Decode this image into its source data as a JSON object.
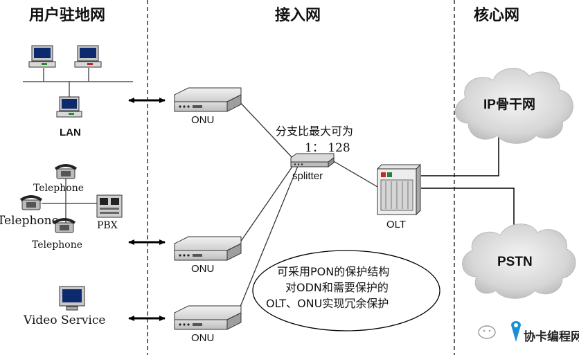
{
  "headers": {
    "user_network": "用户驻地网",
    "access_network": "接入网",
    "core_network": "核心网"
  },
  "devices": {
    "lan_label": "LAN",
    "telephone_1": "Telephone",
    "telephone_2": "Telephone",
    "telephone_3": "Telephone",
    "pbx": "PBX",
    "video_service": "Video Service",
    "onu_1": "ONU",
    "onu_2": "ONU",
    "onu_3": "ONU",
    "splitter": "splitter",
    "olt": "OLT"
  },
  "split_ratio": {
    "line1": "分支比最大可为",
    "line2": "1： 128"
  },
  "protection_note": {
    "line1": "可采用PON的保护结构",
    "line2": "对ODN和需要保护的",
    "line3": "OLT、ONU实现冗余保护"
  },
  "clouds": {
    "ip_backbone": "IP骨干网",
    "pstn": "PSTN"
  },
  "watermark": "协卡编程网"
}
